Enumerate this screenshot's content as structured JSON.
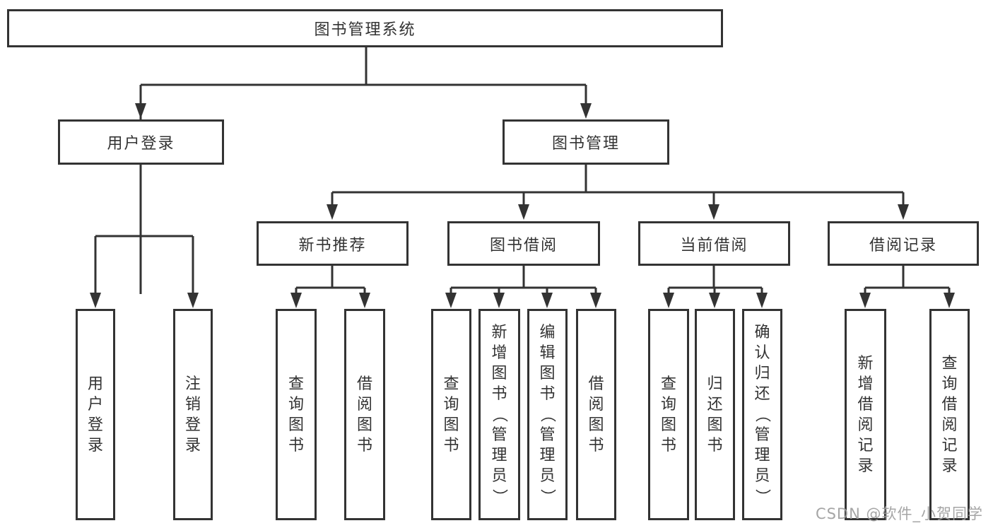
{
  "diagram": {
    "root": {
      "label": "图书管理系统"
    },
    "level2": {
      "user_login": {
        "label": "用户登录"
      },
      "book_mgmt": {
        "label": "图书管理"
      }
    },
    "level3": {
      "new_book_rec": {
        "label": "新书推荐"
      },
      "book_borrow": {
        "label": "图书借阅"
      },
      "current_borrow": {
        "label": "当前借阅"
      },
      "borrow_records": {
        "label": "借阅记录"
      }
    },
    "leaves": {
      "login_1": "用户登录",
      "login_2": "注销登录",
      "rec_1": "查询图书",
      "rec_2": "借阅图书",
      "borrow_1": "查询图书",
      "borrow_2": "新增图书（管理员）",
      "borrow_3": "编辑图书（管理员）",
      "borrow_4": "借阅图书",
      "current_1": "查询图书",
      "current_2": "归还图书",
      "current_3": "确认归还（管理员）",
      "records_1": "新增借阅记录",
      "records_2": "查询借阅记录"
    }
  },
  "watermark": "CSDN @软件_小贺同学",
  "colors": {
    "line": "#333333",
    "text": "#333333",
    "watermark": "#9e9e9e",
    "background": "#ffffff"
  }
}
